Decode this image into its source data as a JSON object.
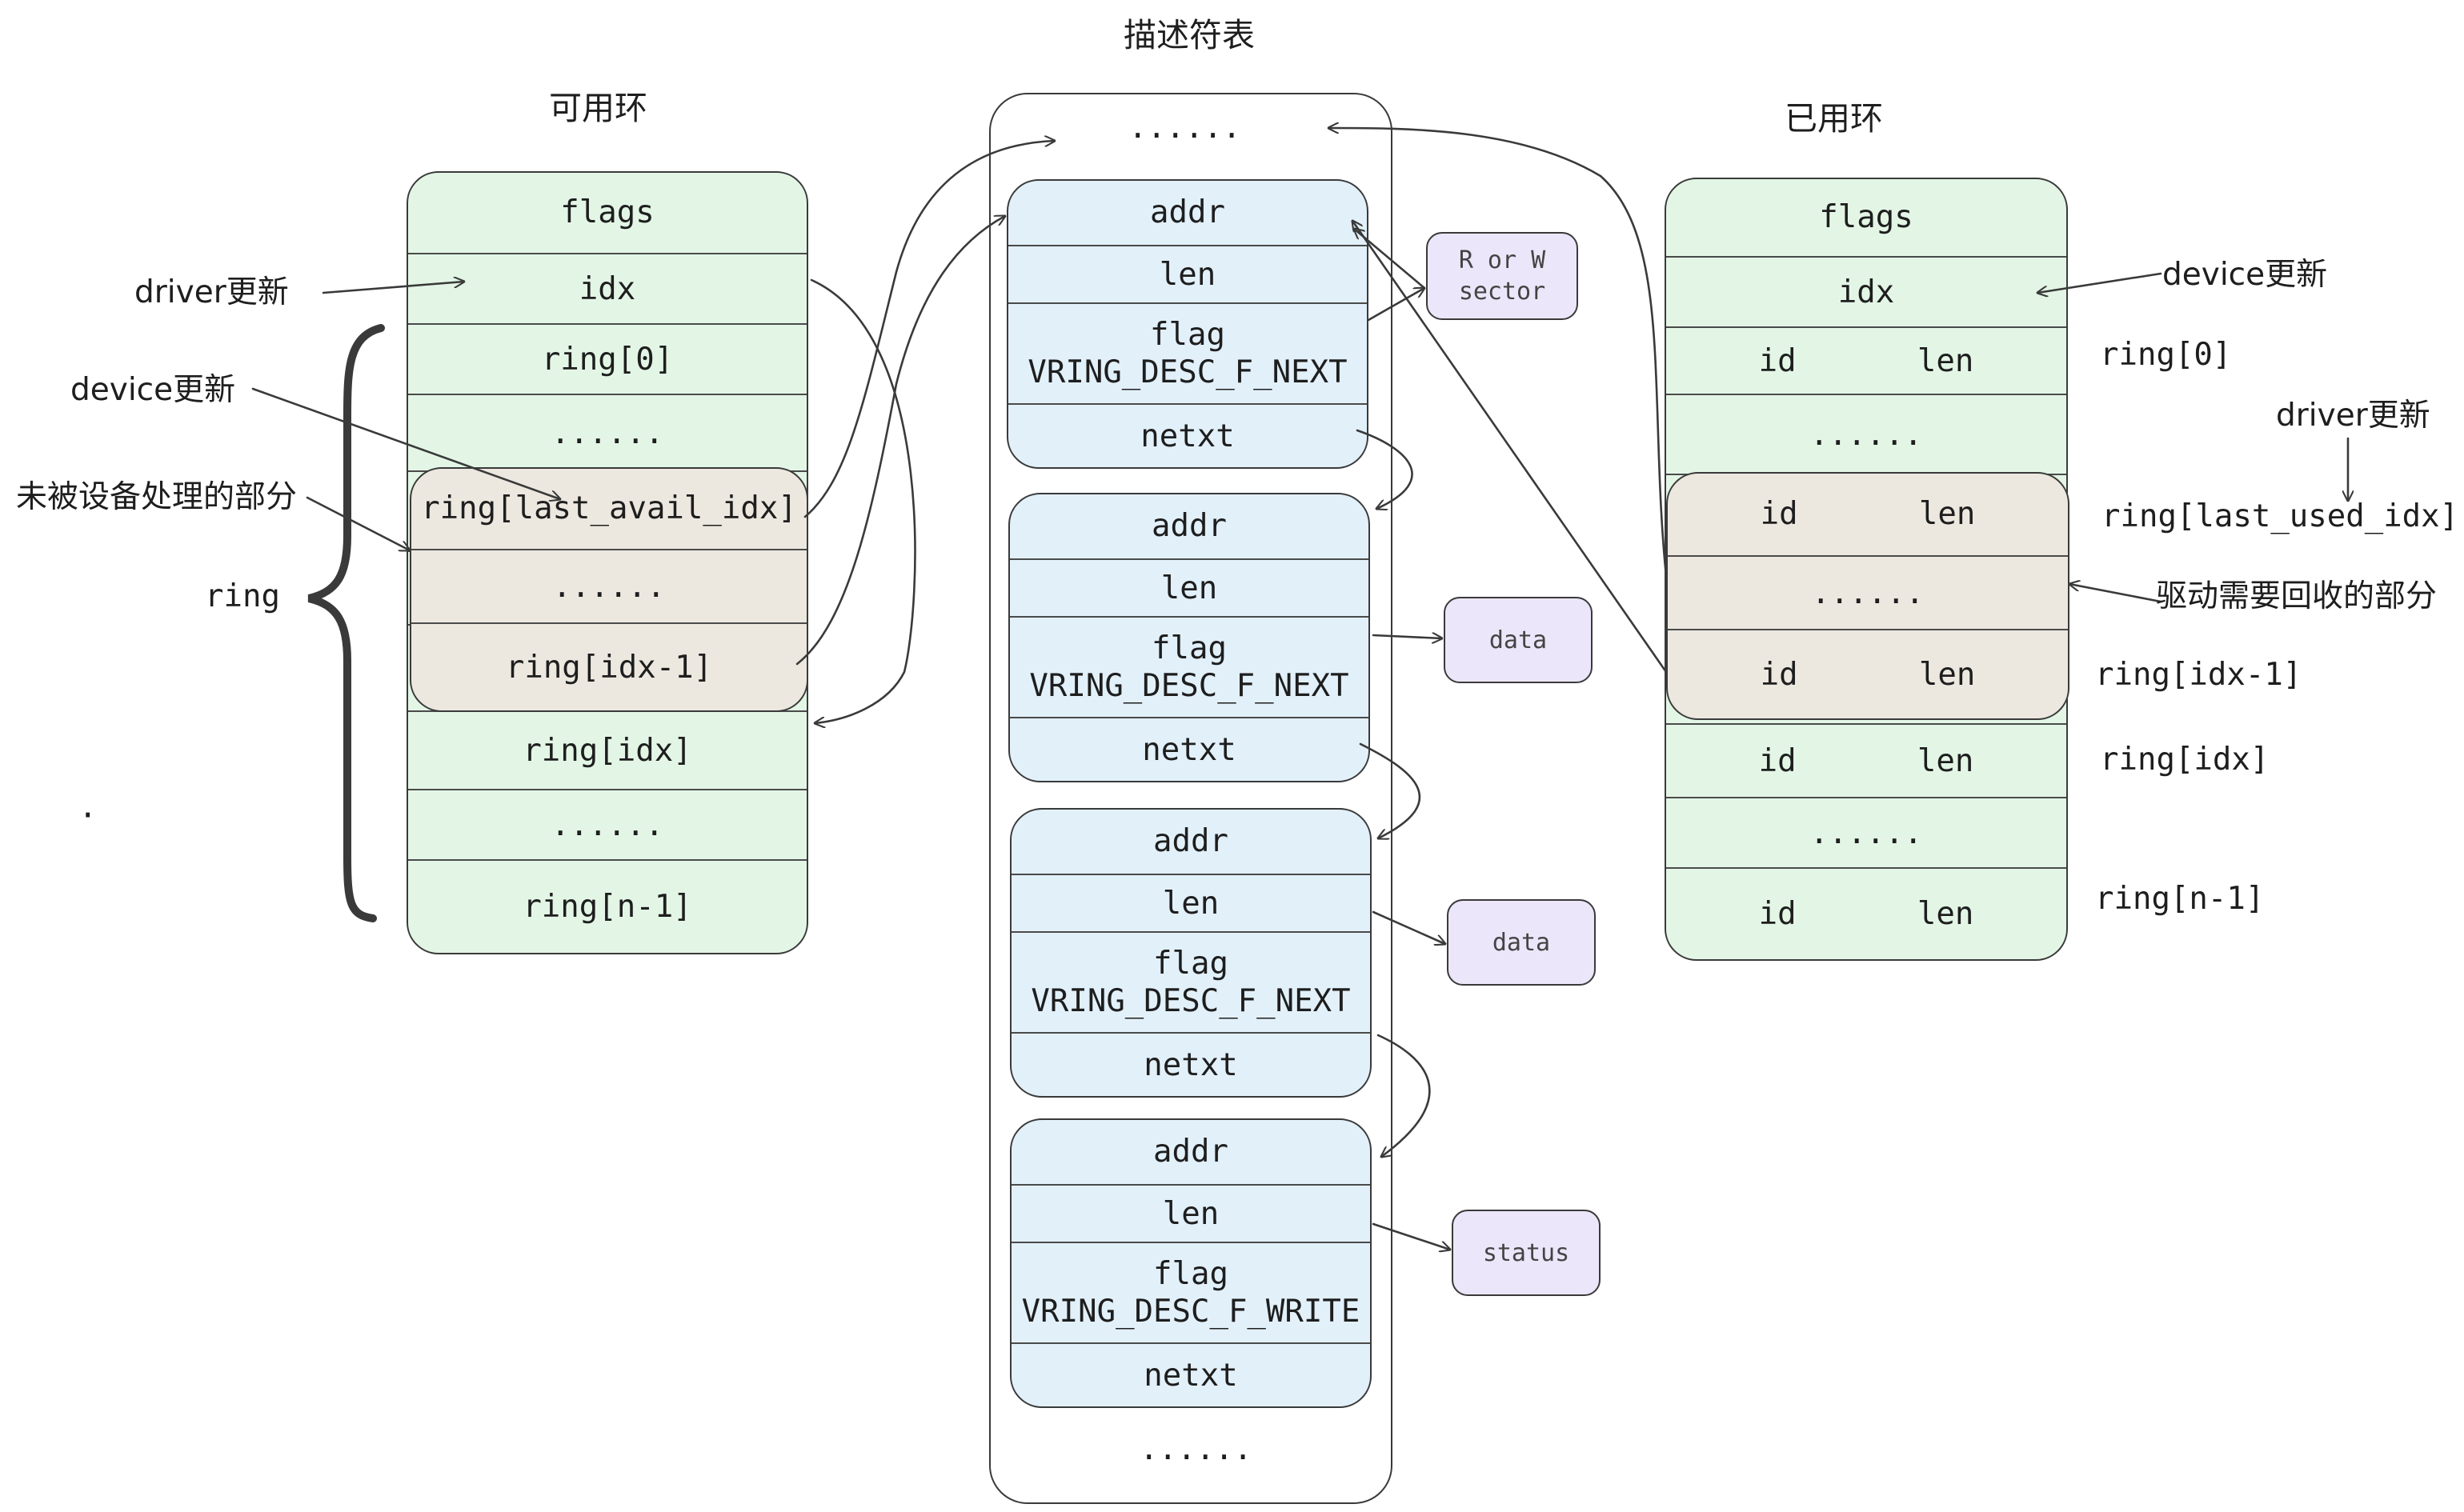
{
  "titles": {
    "avail": "可用环",
    "desc": "描述符表",
    "used": "已用环"
  },
  "avail_ring": {
    "rows": [
      "flags",
      "idx",
      "ring[0]",
      "......",
      "ring[last_avail_idx]",
      "......",
      "ring[idx-1]",
      "ring[idx]",
      "......",
      "ring[n-1]"
    ]
  },
  "desc_table": {
    "top_ellipsis": "......",
    "bottom_ellipsis": "......",
    "entries": [
      {
        "addr": "addr",
        "len": "len",
        "flag": "flag",
        "flag_value": "VRING_DESC_F_NEXT",
        "next": "netxt"
      },
      {
        "addr": "addr",
        "len": "len",
        "flag": "flag",
        "flag_value": "VRING_DESC_F_NEXT",
        "next": "netxt"
      },
      {
        "addr": "addr",
        "len": "len",
        "flag": "flag",
        "flag_value": "VRING_DESC_F_NEXT",
        "next": "netxt"
      },
      {
        "addr": "addr",
        "len": "len",
        "flag": "flag",
        "flag_value": "VRING_DESC_F_WRITE",
        "next": "netxt"
      }
    ]
  },
  "buffers": [
    "R or W\nsector",
    "data",
    "data",
    "status"
  ],
  "used_ring": {
    "flags": "flags",
    "idx": "idx",
    "elems": [
      {
        "id": "id",
        "len": "len"
      },
      {
        "id": "......",
        "len": ""
      },
      {
        "id": "id",
        "len": "len"
      },
      {
        "id": "......",
        "len": ""
      },
      {
        "id": "id",
        "len": "len"
      },
      {
        "id": "id",
        "len": "len"
      },
      {
        "id": "......",
        "len": ""
      },
      {
        "id": "id",
        "len": "len"
      }
    ]
  },
  "annotations": {
    "driver_update_left": "driver更新",
    "device_update_left": "device更新",
    "unprocessed": "未被设备处理的部分",
    "ring": "ring",
    "dot": "·",
    "device_update_right": "device更新",
    "driver_update_right": "driver更新",
    "reclaim": "驱动需要回收的部分",
    "ring0": "ring[0]",
    "ring_last_used": "ring[last_used_idx]",
    "ring_idx_minus1": "ring[idx-1]",
    "ring_idx": "ring[idx]",
    "ring_n_minus1": "ring[n-1]"
  },
  "colors": {
    "ring_fill": "#e3f6e6",
    "desc_fill": "#e2f0fa",
    "highlight_fill": "#ece8df",
    "buffer_fill": "#ece6fa",
    "stroke": "#3a3a3a"
  }
}
